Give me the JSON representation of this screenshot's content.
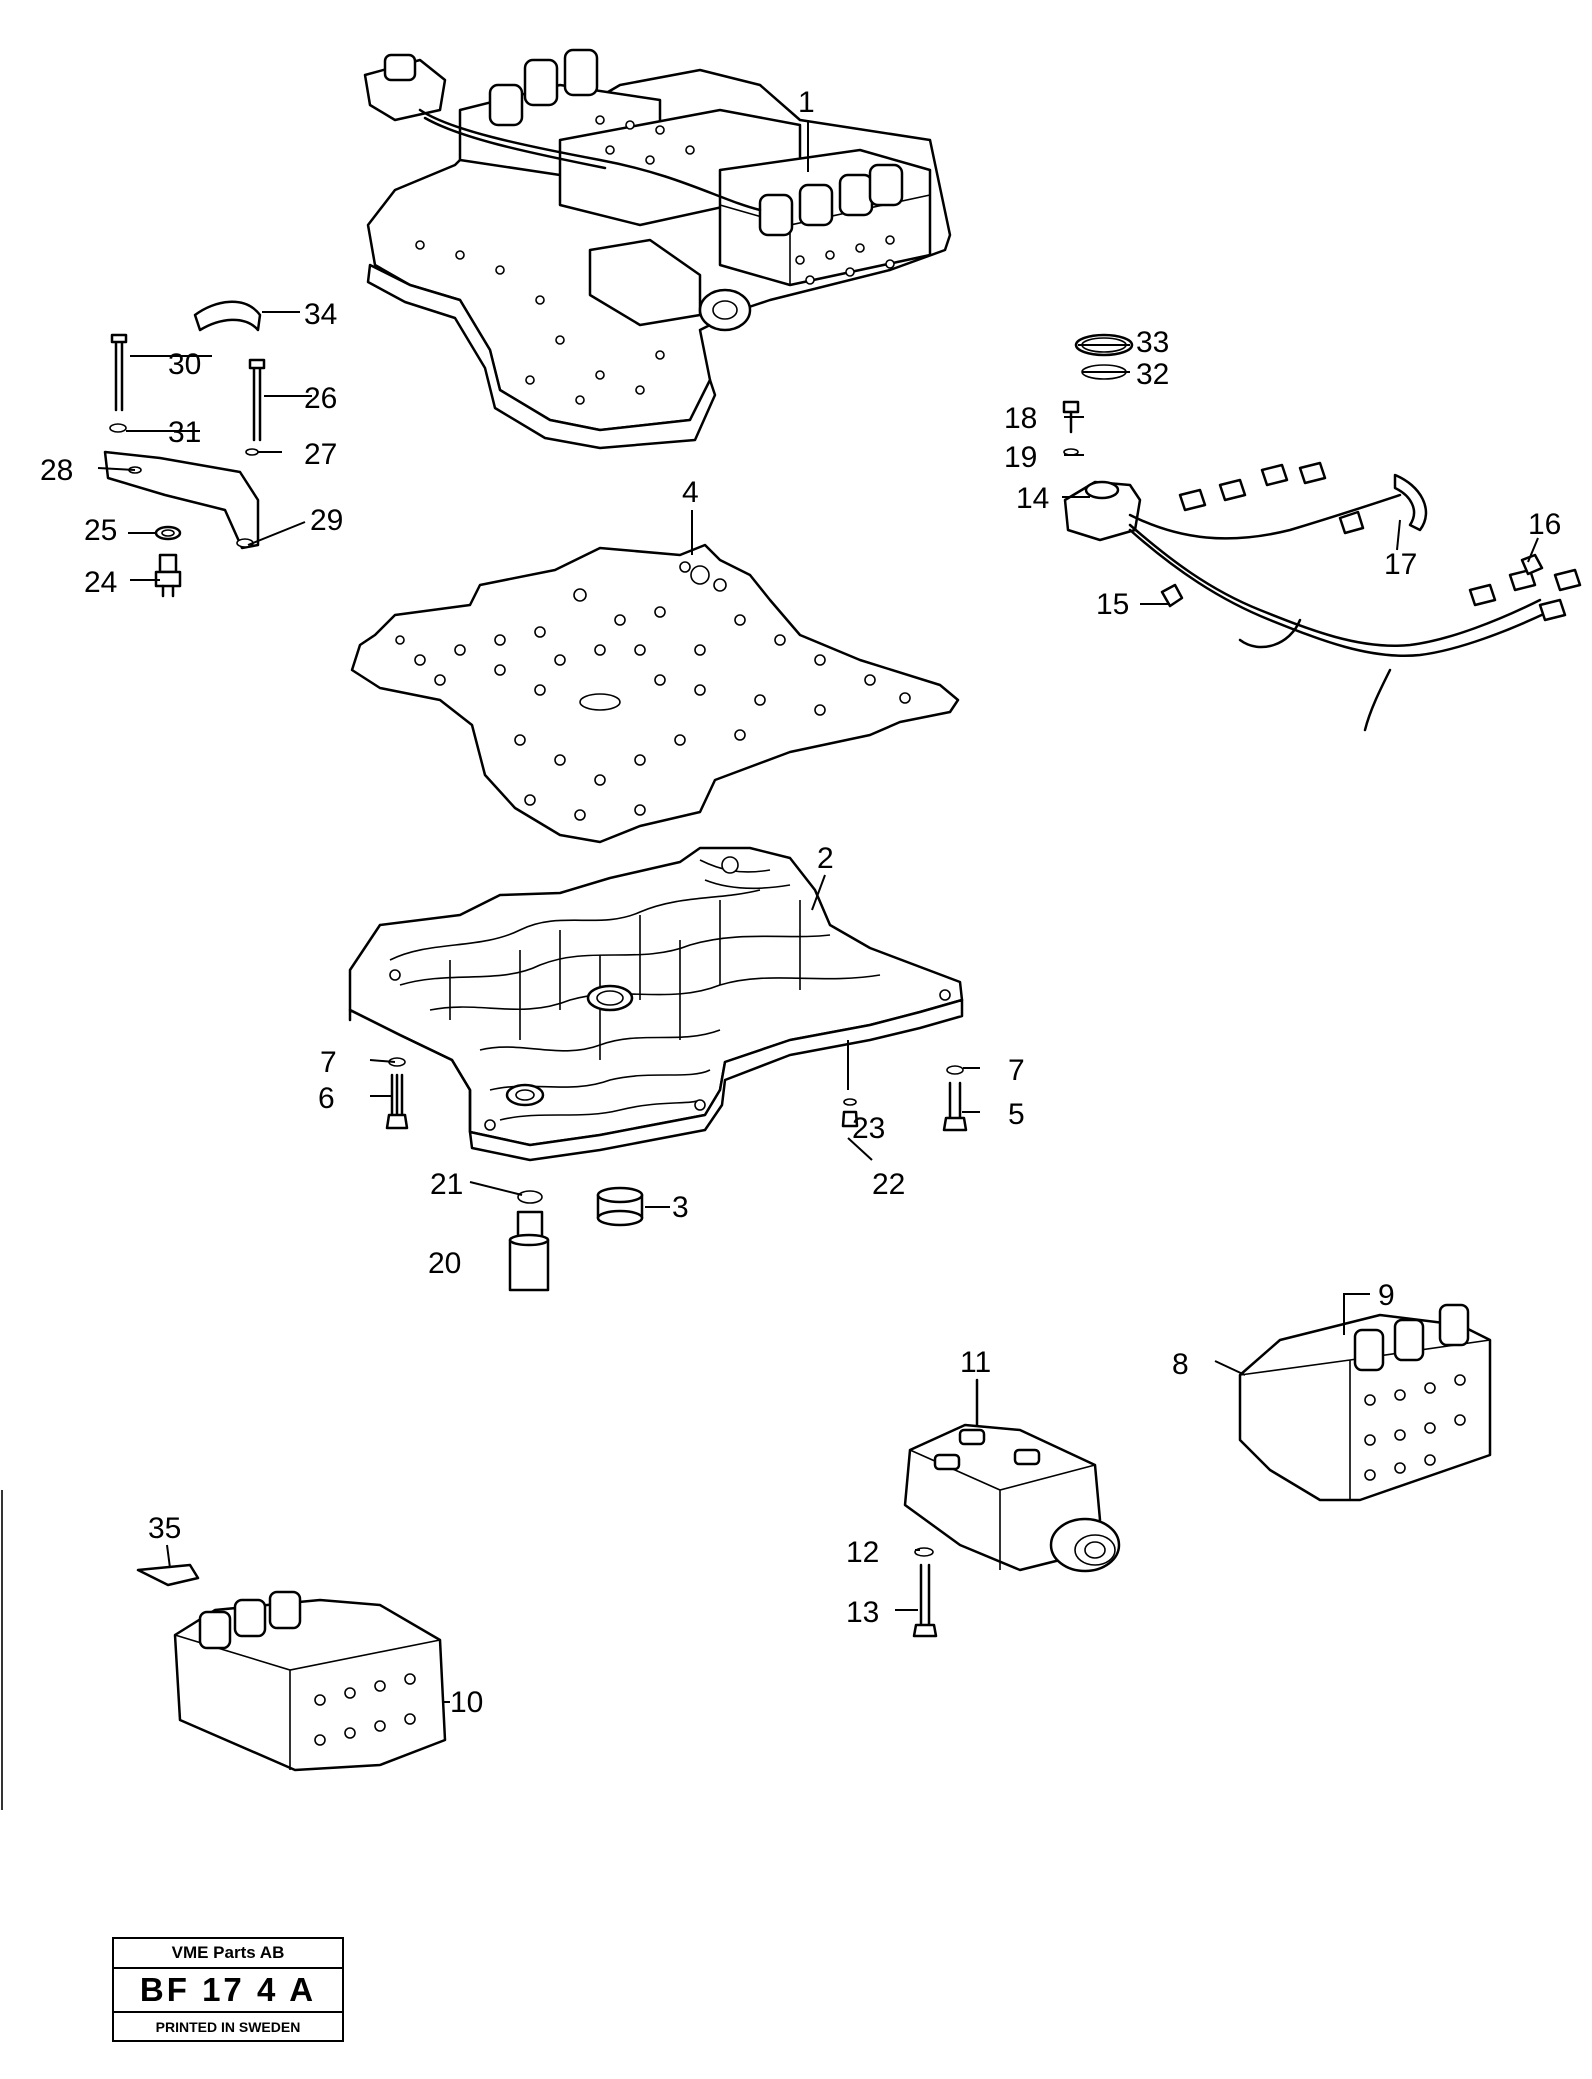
{
  "callouts": [
    {
      "id": "1",
      "text": "1"
    },
    {
      "id": "2",
      "text": "2"
    },
    {
      "id": "3",
      "text": "3"
    },
    {
      "id": "4",
      "text": "4"
    },
    {
      "id": "5",
      "text": "5"
    },
    {
      "id": "6",
      "text": "6"
    },
    {
      "id": "7a",
      "text": "7"
    },
    {
      "id": "7b",
      "text": "7"
    },
    {
      "id": "8",
      "text": "8"
    },
    {
      "id": "9",
      "text": "9"
    },
    {
      "id": "10",
      "text": "10"
    },
    {
      "id": "11",
      "text": "11"
    },
    {
      "id": "12",
      "text": "12"
    },
    {
      "id": "13",
      "text": "13"
    },
    {
      "id": "14",
      "text": "14"
    },
    {
      "id": "15",
      "text": "15"
    },
    {
      "id": "16",
      "text": "16"
    },
    {
      "id": "17",
      "text": "17"
    },
    {
      "id": "18",
      "text": "18"
    },
    {
      "id": "19",
      "text": "19"
    },
    {
      "id": "20",
      "text": "20"
    },
    {
      "id": "21",
      "text": "21"
    },
    {
      "id": "22",
      "text": "22"
    },
    {
      "id": "23",
      "text": "23"
    },
    {
      "id": "24",
      "text": "24"
    },
    {
      "id": "25",
      "text": "25"
    },
    {
      "id": "26",
      "text": "26"
    },
    {
      "id": "27",
      "text": "27"
    },
    {
      "id": "28",
      "text": "28"
    },
    {
      "id": "29",
      "text": "29"
    },
    {
      "id": "30",
      "text": "30"
    },
    {
      "id": "31",
      "text": "31"
    },
    {
      "id": "32",
      "text": "32"
    },
    {
      "id": "33",
      "text": "33"
    },
    {
      "id": "34",
      "text": "34"
    },
    {
      "id": "35",
      "text": "35"
    }
  ],
  "title_block": {
    "company": "VME Parts AB",
    "drawing_code": "BF 17 4 A",
    "printed": "PRINTED IN SWEDEN"
  }
}
